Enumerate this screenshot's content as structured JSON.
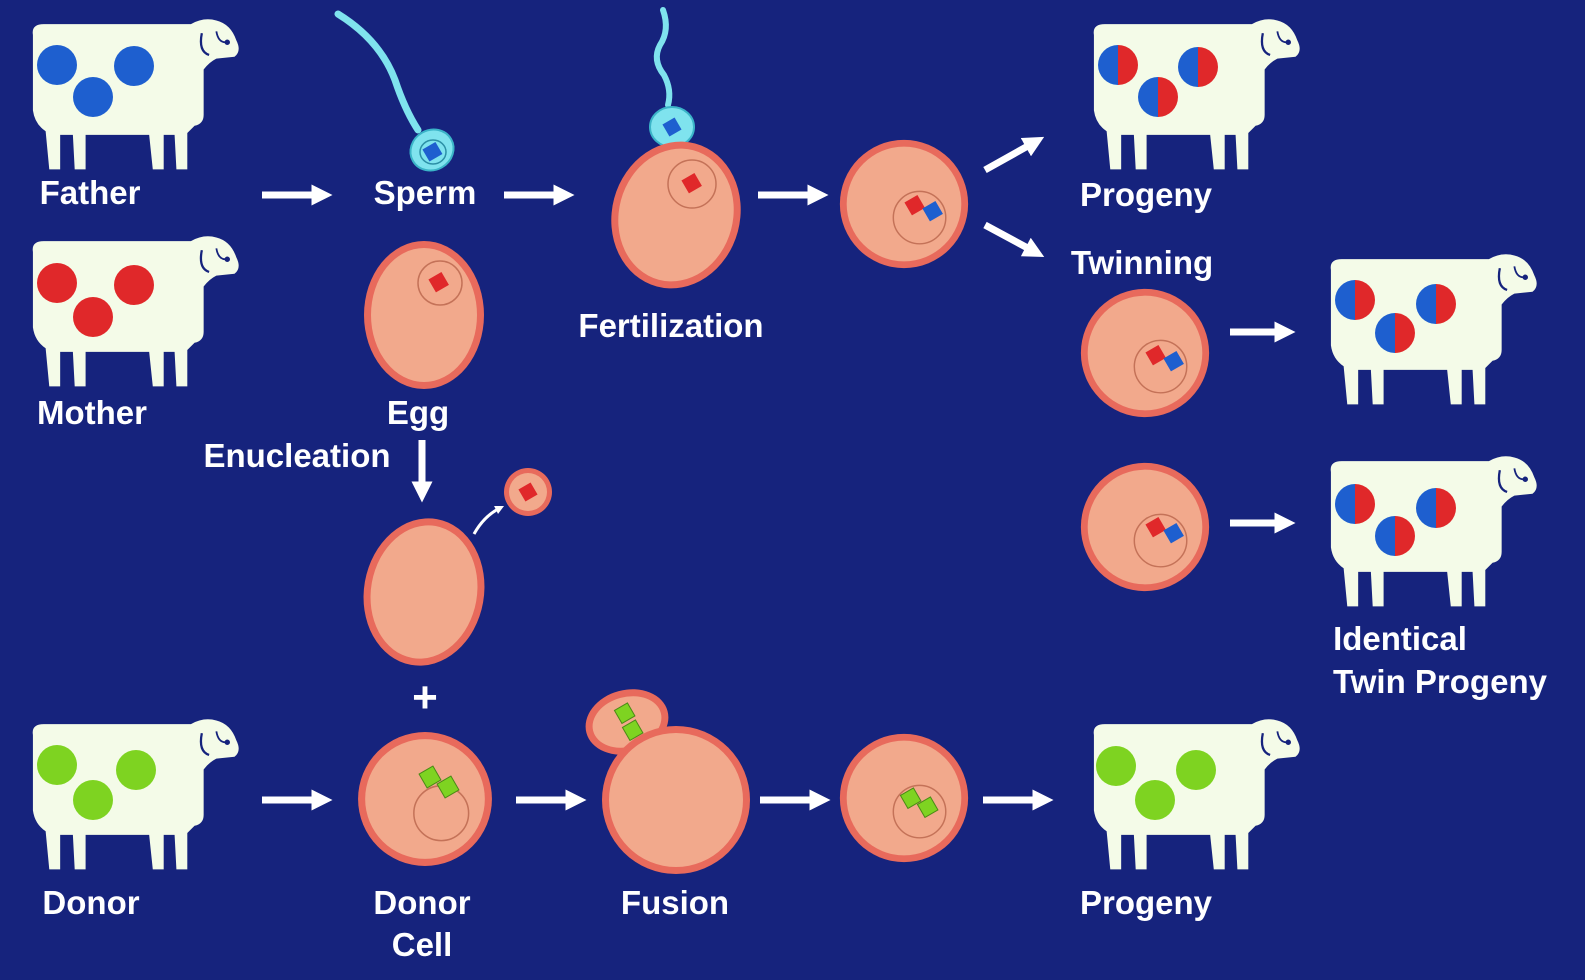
{
  "colors": {
    "background": "#16237d",
    "sheep_body": "#f4fbe8",
    "father_spot": "#1e5fcf",
    "mother_spot": "#e0282a",
    "donor_spot": "#7ed321",
    "cell_membrane": "#e86a5c",
    "cytoplasm": "#f2a98c",
    "sperm": "#7fe3ee",
    "arrow": "#ffffff",
    "label": "#ffffff"
  },
  "labels": {
    "father": "Father",
    "mother": "Mother",
    "sperm": "Sperm",
    "egg": "Egg",
    "fertilization": "Fertilization",
    "progeny_top": "Progeny",
    "twinning": "Twinning",
    "enucleation": "Enucleation",
    "plus": "+",
    "identical_line1": "Identical",
    "identical_line2": "Twin Progeny",
    "donor": "Donor",
    "donor_cell_line1": "Donor",
    "donor_cell_line2": "Cell",
    "fusion": "Fusion",
    "progeny_bottom": "Progeny"
  },
  "icons": {
    "sheep": "sheep-icon",
    "cell": "cell-icon",
    "sperm": "sperm-icon",
    "arrow": "arrow-icon"
  }
}
